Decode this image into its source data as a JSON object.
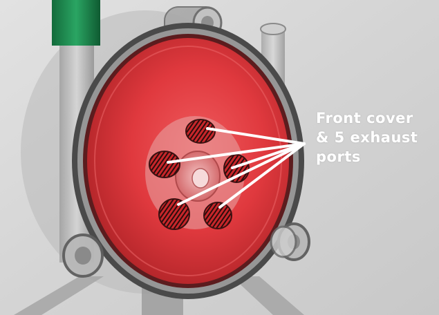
{
  "caption": {
    "line1": "Front cover",
    "line2": "& 5 exhaust",
    "line3": "ports"
  },
  "colors": {
    "cover_red": "#e0393e",
    "cover_dark_red": "#9e1f22",
    "frame_grey": "#8c8c8c",
    "pipe_green": "#1e8a4f",
    "background": "#d9d9d9",
    "pointer_lines": "#ffffff"
  },
  "exhaust_port_count": 5
}
